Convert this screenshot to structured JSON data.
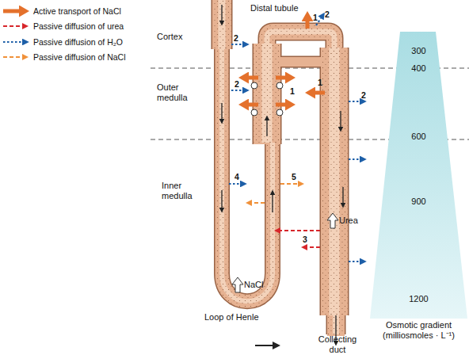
{
  "diagram": {
    "nodes": [
      {
        "text": [
          "300",
          "400",
          "600",
          "900",
          "1200",
          "Osmotic gradient (milliosmoles · L⁻¹)"
        ]
      }
    ],
    "labels": [
      "Cortex",
      "Outer medulla",
      "Inner medulla",
      "Distal tubule",
      "1",
      "2",
      "2",
      "2",
      "1",
      "1",
      "2",
      "4",
      "5",
      "Urea",
      "3",
      "NaCl",
      "Loop of Henle",
      "Collecting duct"
    ],
    "legend": [
      {
        "text": "Active transport of NaCl"
      },
      {
        "text": "Passive diffusion of urea"
      },
      {
        "text": "Passive diffusion of H₂O"
      },
      {
        "text": "Passive diffusion of NaCl"
      }
    ]
  }
}
